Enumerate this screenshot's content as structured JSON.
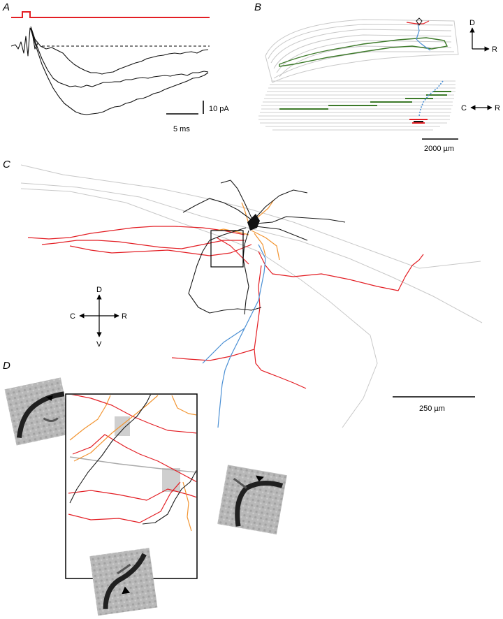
{
  "panels": {
    "a": {
      "letter": "A",
      "scale_y_label": "10 pA",
      "scale_x_label": "5 ms"
    },
    "b": {
      "letter": "B",
      "axis_top": {
        "up": "D",
        "right": "R"
      },
      "axis_bottom": {
        "left": "C",
        "right": "R"
      },
      "scale_label": "2000 µm"
    },
    "c": {
      "letter": "C",
      "compass": {
        "up": "D",
        "down": "V",
        "left": "C",
        "right": "R"
      },
      "scale_label": "250 µm"
    },
    "d": {
      "letter": "D"
    }
  },
  "colors": {
    "stimulus": "#e31e24",
    "axon_red": "#e31e24",
    "axon_orange": "#f29430",
    "axon_blue": "#4a8fd4",
    "dendrite_black": "#1a1a1a",
    "other_gray": "#c8c8c8",
    "green": "#3d7a2a"
  }
}
